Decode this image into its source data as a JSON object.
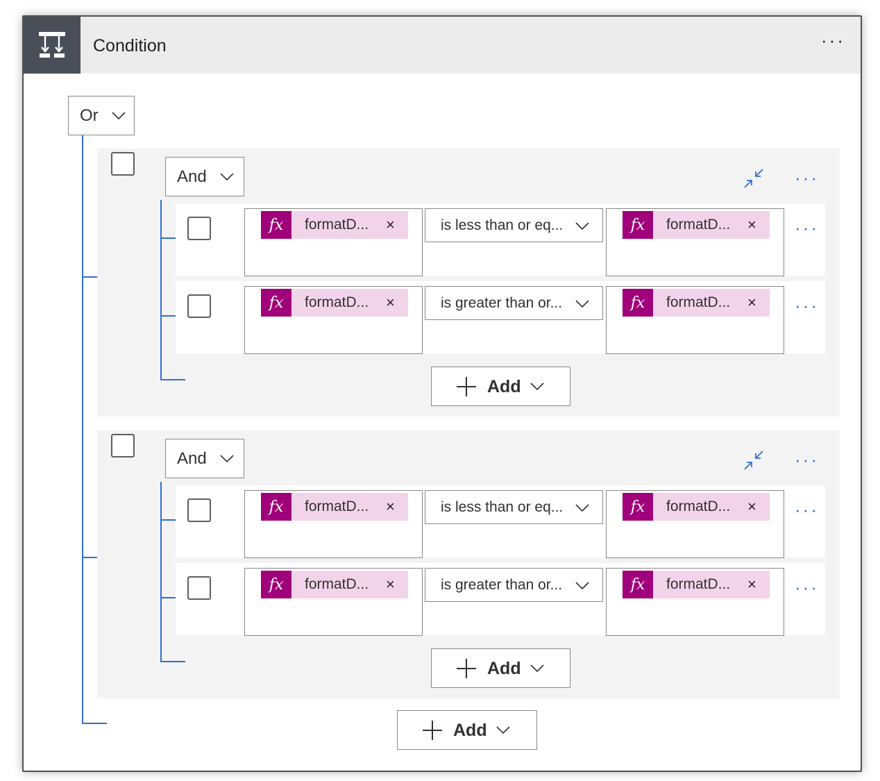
{
  "header": {
    "title": "Condition",
    "icon": "condition-icon",
    "more_label": "···"
  },
  "root": {
    "operator": "Or",
    "add_label": "Add"
  },
  "groups": [
    {
      "operator": "And",
      "add_label": "Add",
      "more_label": "···",
      "rows": [
        {
          "left": "formatD...",
          "operator": "is less than or eq...",
          "right": "formatD...",
          "more_label": "···"
        },
        {
          "left": "formatD...",
          "operator": "is greater than or...",
          "right": "formatD...",
          "more_label": "···"
        }
      ]
    },
    {
      "operator": "And",
      "add_label": "Add",
      "more_label": "···",
      "rows": [
        {
          "left": "formatD...",
          "operator": "is less than or eq...",
          "right": "formatD...",
          "more_label": "···"
        },
        {
          "left": "formatD...",
          "operator": "is greater than or...",
          "right": "formatD...",
          "more_label": "···"
        }
      ]
    }
  ],
  "token": {
    "fx_label": "fx",
    "close_label": "×"
  },
  "colors": {
    "accent_blue": "#2f6fd0",
    "token_bg": "#f2d4ea",
    "token_icon_bg": "#a0007a",
    "header_bg": "#ececec",
    "header_icon_bg": "#484f59"
  }
}
